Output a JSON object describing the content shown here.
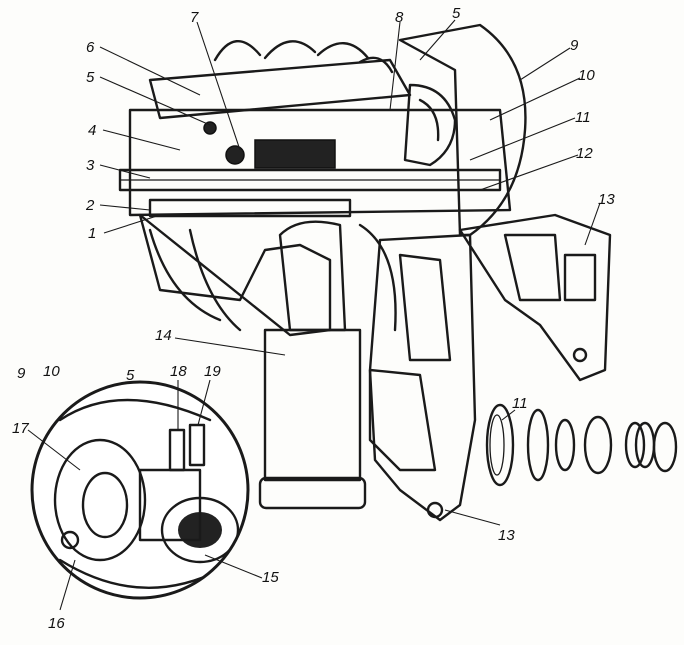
{
  "callouts": [
    {
      "id": "c1",
      "text": "1"
    },
    {
      "id": "c2",
      "text": "2"
    },
    {
      "id": "c3",
      "text": "3"
    },
    {
      "id": "c4",
      "text": "4"
    },
    {
      "id": "c5a",
      "text": "5"
    },
    {
      "id": "c5b",
      "text": "5"
    },
    {
      "id": "c5c",
      "text": "5"
    },
    {
      "id": "c6",
      "text": "6"
    },
    {
      "id": "c7",
      "text": "7"
    },
    {
      "id": "c8",
      "text": "8"
    },
    {
      "id": "c9a",
      "text": "9"
    },
    {
      "id": "c9b",
      "text": "9"
    },
    {
      "id": "c10a",
      "text": "10"
    },
    {
      "id": "c10b",
      "text": "10"
    },
    {
      "id": "c11a",
      "text": "11"
    },
    {
      "id": "c11b",
      "text": "11"
    },
    {
      "id": "c12",
      "text": "12"
    },
    {
      "id": "c13a",
      "text": "13"
    },
    {
      "id": "c13b",
      "text": "13"
    },
    {
      "id": "c14",
      "text": "14"
    },
    {
      "id": "c15",
      "text": "15"
    },
    {
      "id": "c16",
      "text": "16"
    },
    {
      "id": "c17",
      "text": "17"
    },
    {
      "id": "c18",
      "text": "18"
    },
    {
      "id": "c19",
      "text": "19"
    }
  ]
}
